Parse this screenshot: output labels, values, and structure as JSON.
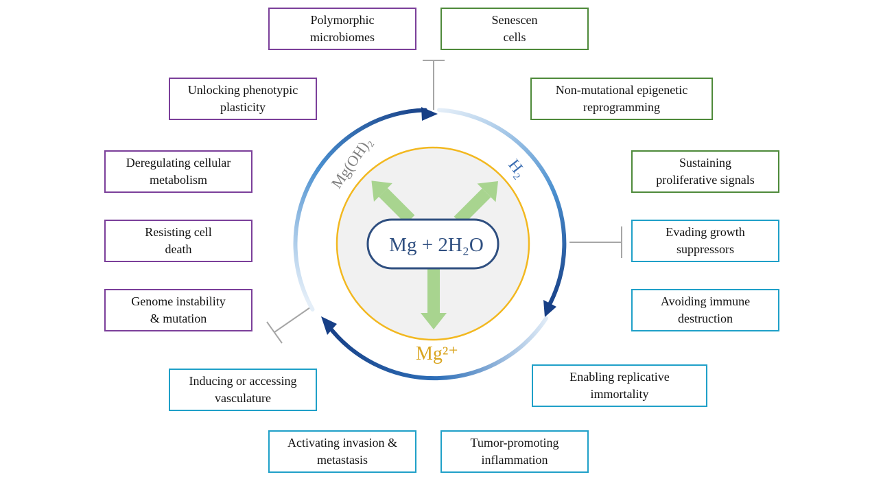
{
  "center": {
    "reaction": "Mg + 2H₂O",
    "products": {
      "left": "Mg(OH)₂",
      "right": "H₂",
      "bottom": "Mg²⁺"
    }
  },
  "colors": {
    "purple": "#7b3f9a",
    "green": "#4e8a3a",
    "blue": "#1fa0c8",
    "ring": "#1b5fa8",
    "core_border": "#f2b820",
    "core_fill": "#f1f1f1",
    "reaction_border": "#2f4f80",
    "arrows": "#a8d48f",
    "inhibitor": "#a6a6a6"
  },
  "hallmarks": {
    "polymorphic_microbiomes": {
      "line1": "Polymorphic",
      "line2": "microbiomes"
    },
    "senescent_cells": {
      "line1": "Senescen",
      "line2": "cells"
    },
    "unlocking_plasticity": {
      "line1": "Unlocking phenotypic",
      "line2": "plasticity"
    },
    "epigenetic_reprogramming": {
      "line1": "Non-mutational epigenetic",
      "line2": "reprogramming"
    },
    "deregulating_metabolism": {
      "line1": "Deregulating cellular",
      "line2": "metabolism"
    },
    "sustaining_proliferative": {
      "line1": "Sustaining",
      "line2": "proliferative signals"
    },
    "resisting_cell_death": {
      "line1": "Resisting cell",
      "line2": "death"
    },
    "evading_growth_suppressors": {
      "line1": "Evading growth",
      "line2": "suppressors"
    },
    "genome_instability": {
      "line1": "Genome instability",
      "line2": "& mutation"
    },
    "avoiding_immune_destruction": {
      "line1": "Avoiding immune",
      "line2": "destruction"
    },
    "inducing_vasculature": {
      "line1": "Inducing or accessing",
      "line2": "vasculature"
    },
    "replicative_immortality": {
      "line1": "Enabling replicative",
      "line2": "immortality"
    },
    "invasion_metastasis": {
      "line1": "Activating invasion &",
      "line2": "metastasis"
    },
    "tumor_inflammation": {
      "line1": "Tumor-promoting",
      "line2": "inflammation"
    }
  }
}
